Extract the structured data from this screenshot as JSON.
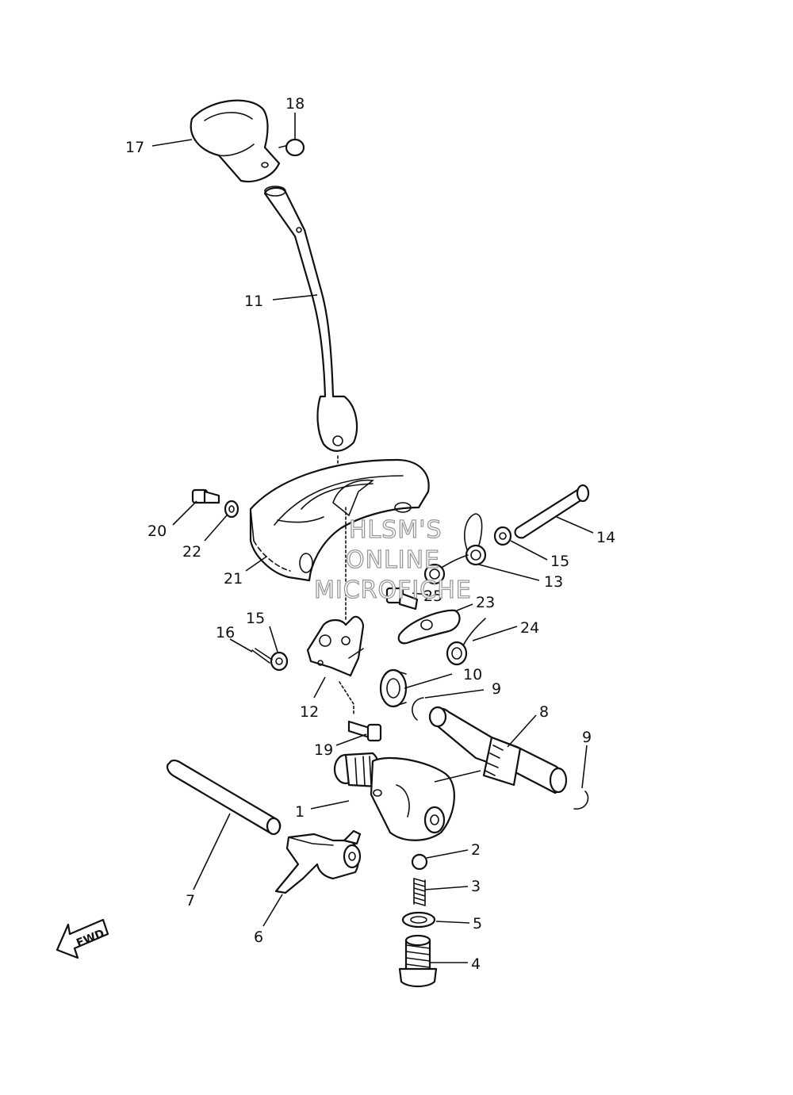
{
  "watermark": {
    "line1": "HLSM'S",
    "line2": "ONLINE",
    "line3": "MICROFICHE"
  },
  "direction_marker": {
    "label": "FWD",
    "icon": "forward-arrow-icon"
  },
  "callouts": [
    "17",
    "18",
    "11",
    "20",
    "22",
    "21",
    "14",
    "15",
    "13",
    "25",
    "23",
    "24",
    "15",
    "16",
    "12",
    "10",
    "9",
    "8",
    "19",
    "9",
    "1",
    "7",
    "2",
    "3",
    "6",
    "5",
    "4"
  ],
  "colors": {
    "ink": "#111111",
    "paper": "#ffffff",
    "watermark_outline": "#9a9a9a"
  }
}
